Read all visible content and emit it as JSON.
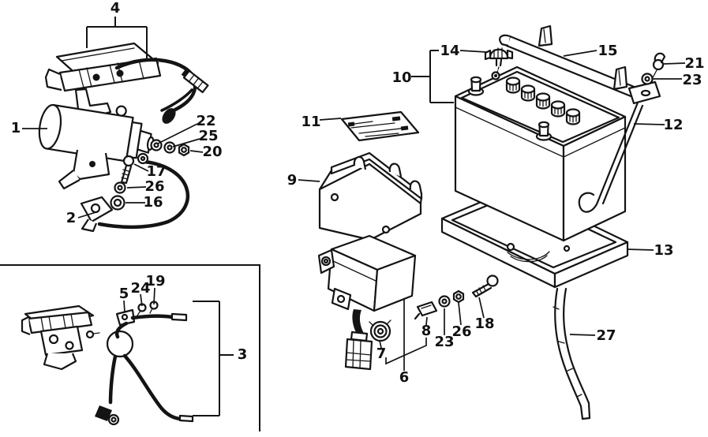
{
  "diagram": {
    "kind": "exploded-parts-diagram",
    "background": "#ffffff",
    "line_color": "#141414",
    "callouts": {
      "c1": "1",
      "c2": "2",
      "c3": "3",
      "c4": "4",
      "c5": "5",
      "c6": "6",
      "c7": "7",
      "c8": "8",
      "c9": "9",
      "c10": "10",
      "c11": "11",
      "c12": "12",
      "c13": "13",
      "c14": "14",
      "c15": "15",
      "c16": "16",
      "c17": "17",
      "c18": "18",
      "c19": "19",
      "c20": "20",
      "c21": "21",
      "c22": "22",
      "c23_battery": "23",
      "c23_regulator": "23",
      "c24": "24",
      "c25": "25",
      "c26_coil": "26",
      "c26_regulator": "26",
      "c27": "27"
    }
  }
}
